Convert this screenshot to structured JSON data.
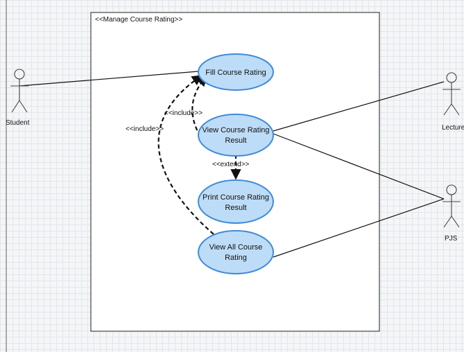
{
  "system": {
    "label": "<<Manage Course Rating>>"
  },
  "use_cases": {
    "fill": {
      "line1": "Fill Course Rating"
    },
    "view_result": {
      "line1": "View Course Rating",
      "line2": "Result"
    },
    "print_result": {
      "line1": "Print Course Rating",
      "line2": "Result"
    },
    "view_all": {
      "line1": "View All Course",
      "line2": "Rating"
    }
  },
  "actors": {
    "student": "Student",
    "lecturer": "Lecturer",
    "pjs": "PJS"
  },
  "relations": {
    "include_left": "<<include>>",
    "include_mid": "<<include>>",
    "extend": "<<extend>>"
  },
  "colors": {
    "use_case_fill": "#bddcf7",
    "use_case_border": "#3f8ad8"
  }
}
